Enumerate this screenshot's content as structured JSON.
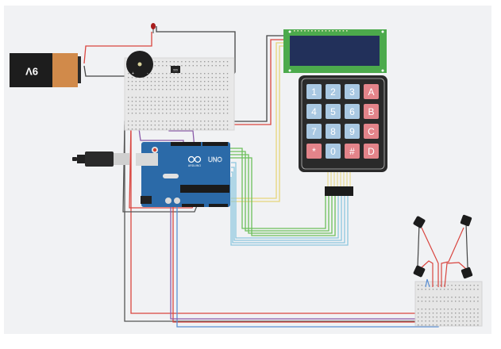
{
  "canvas": {
    "name": "circuit-design-canvas",
    "background": "#f1f2f4"
  },
  "components": {
    "battery": {
      "label": "9V",
      "colors": {
        "body": "#1d1d1d",
        "cap": "#d18a4a"
      }
    },
    "arduino": {
      "logo_text": "UNO",
      "brand_text": "ARDUINO",
      "color": "#2b6aa8"
    },
    "lcd": {
      "type": "16x2 LCD",
      "board_color": "#4caa4c",
      "screen_color": "#22305a"
    },
    "keypad": {
      "type": "4x4 keypad",
      "keys": [
        "1",
        "2",
        "3",
        "A",
        "4",
        "5",
        "6",
        "B",
        "7",
        "8",
        "9",
        "C",
        "*",
        "0",
        "#",
        "D"
      ],
      "digit_color": "#a9c8e2",
      "letter_color": "#e3848a"
    },
    "buzzer": {
      "plus": "+",
      "minus": "-"
    },
    "ic": {
      "label": "555"
    },
    "led": {
      "color": "#a81c1c"
    },
    "pushbuttons": {
      "count": 4
    }
  },
  "wire_colors": {
    "red": "#d9453f",
    "black": "#444444",
    "purple": "#8a5aa8",
    "green": "#6cbf5a",
    "blue": "#8cc6de",
    "yellow": "#e6d57a",
    "dark-blue": "#5a8fd4"
  }
}
